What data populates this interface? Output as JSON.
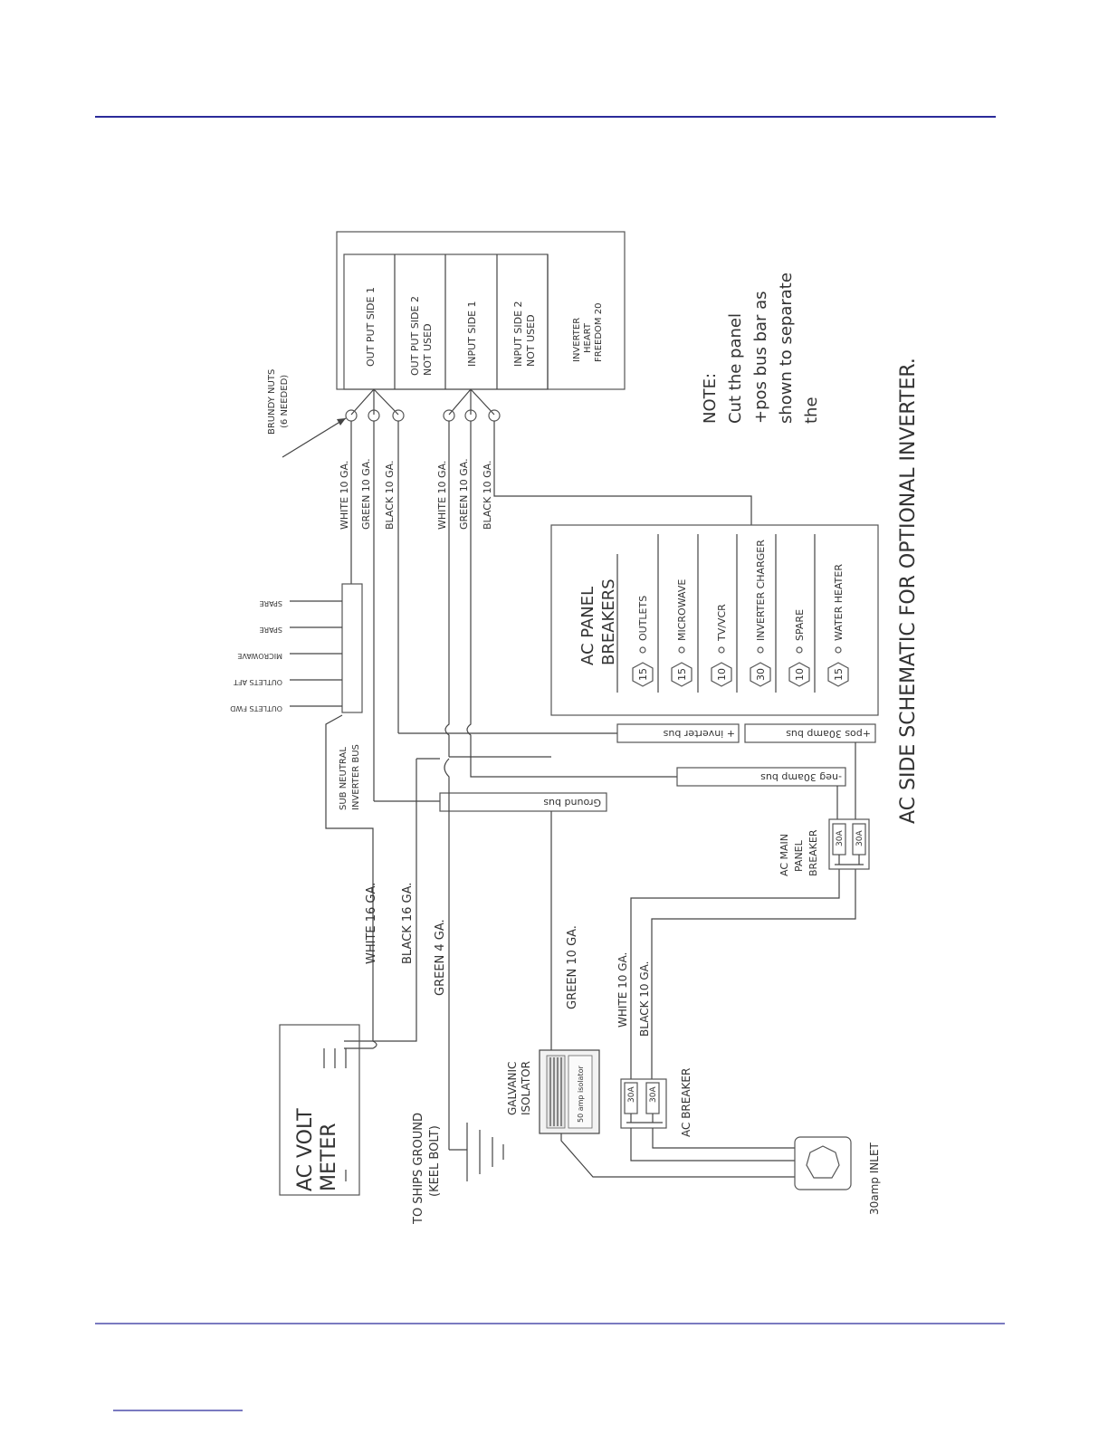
{
  "inverter": {
    "sections": [
      "OUT PUT SIDE 1",
      "OUT PUT SIDE 2",
      "NOT USED",
      "INPUT SIDE 1",
      "INPUT SIDE 2",
      "NOT USED"
    ],
    "model": [
      "INVERTER",
      "HEART",
      "FREEDOM 20"
    ]
  },
  "brundy_nuts": [
    "BRUNDY NUTS",
    "(6 NEEDED)"
  ],
  "wire_labels": {
    "out_white": "WHITE 10 GA.",
    "out_green": "GREEN 10 GA.",
    "out_black": "BLACK 10 GA.",
    "in_white": "WHITE 10 GA.",
    "in_green": "GREEN 10 GA.",
    "in_black": "BLACK 10 GA.",
    "meter_white": "WHITE 16 GA.",
    "meter_black": "BLACK 16 GA.",
    "ground_green": "GREEN 4 GA.",
    "isolator_green": "GREEN 10 GA.",
    "inlet_white": "WHITE 10 GA.",
    "inlet_black": "BLACK 10 GA."
  },
  "note": {
    "title": "NOTE:",
    "lines": [
      "Cut the panel",
      "+pos bus bar as",
      "shown to separate",
      "the"
    ]
  },
  "panel": {
    "title": [
      "AC PANEL",
      "BREAKERS"
    ],
    "breakers": [
      {
        "label": "OUTLETS",
        "amps": "15"
      },
      {
        "label": "MICROWAVE",
        "amps": "15"
      },
      {
        "label": "TV/VCR",
        "amps": "10"
      },
      {
        "label": "INVERTER CHARGER",
        "amps": "30"
      },
      {
        "label": "SPARE",
        "amps": "10"
      },
      {
        "label": "WATER HEATER",
        "amps": "15"
      }
    ]
  },
  "sub_neutral": {
    "label": [
      "SUB NEUTRAL",
      "INVERTER BUS"
    ],
    "taps": [
      "SPARE",
      "SPARE",
      "MICROWAVE",
      "OUTLETS AFT",
      "OUTLETS FWD"
    ]
  },
  "buses": {
    "inverter": "+ inverter bus",
    "pos30": "+pos 30amp bus",
    "neg30": "-neg 30amp bus",
    "ground": "Ground bus"
  },
  "main_breaker": {
    "label": [
      "AC MAIN",
      "PANEL",
      "BREAKER"
    ],
    "ratings": [
      "30A",
      "30A"
    ]
  },
  "ac_breaker": {
    "label": "AC BREAKER",
    "ratings": [
      "30A",
      "30A"
    ]
  },
  "volt_meter": [
    "AC VOLT",
    "METER"
  ],
  "ships_ground": [
    "TO SHIPS GROUND",
    "(KEEL BOLT)"
  ],
  "galvanic": {
    "label": [
      "GALVANIC",
      "ISOLATOR"
    ],
    "device_text": "50 amp isolator"
  },
  "inlet": "30amp INLET",
  "title": "AC SIDE SCHEMATIC FOR OPTIONAL INVERTER."
}
